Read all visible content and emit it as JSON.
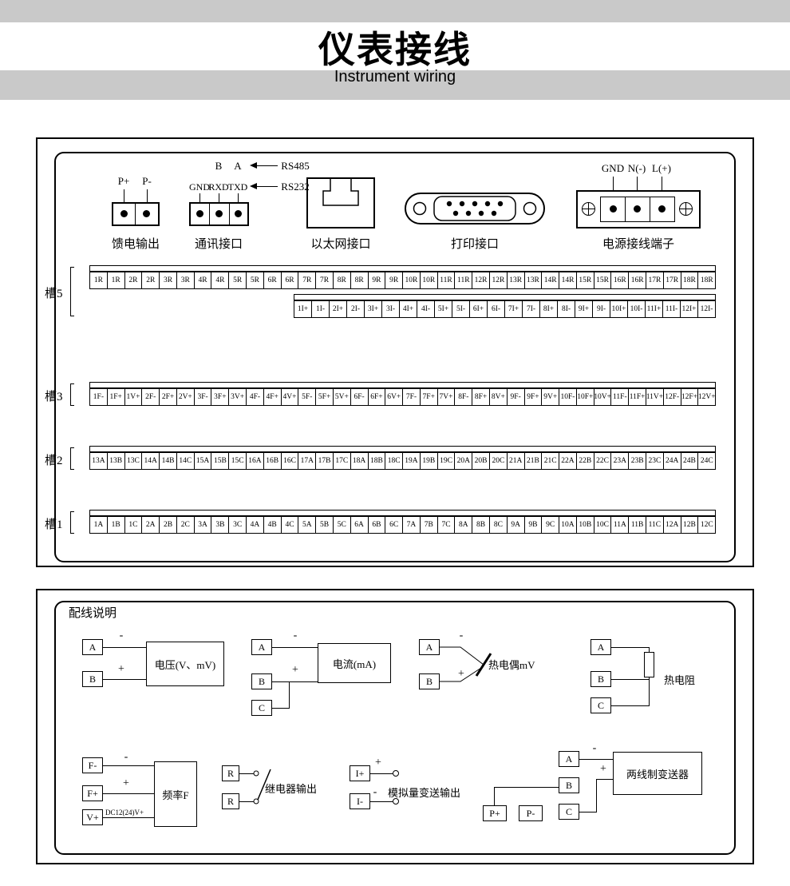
{
  "header": {
    "title_zh": "仪表接线",
    "title_en": "Instrument wiring"
  },
  "connectors": {
    "feed": {
      "label": "馈电输出",
      "pins": [
        "P+",
        "P-"
      ]
    },
    "comm": {
      "label": "通讯接口",
      "pins": [
        "GND",
        "RXD",
        "TXD"
      ],
      "rs485": {
        "pins": [
          "B",
          "A"
        ],
        "name": "RS485"
      },
      "rs232": {
        "name": "RS232"
      }
    },
    "ethernet": {
      "label": "以太网接口"
    },
    "printer": {
      "label": "打印接口"
    },
    "power": {
      "label": "电源接线端子",
      "pins": [
        "GND",
        "N(-)",
        "L(+)"
      ]
    }
  },
  "slots": [
    {
      "label": "槽5",
      "rows": [
        [
          "1R",
          "1R",
          "2R",
          "2R",
          "3R",
          "3R",
          "4R",
          "4R",
          "5R",
          "5R",
          "6R",
          "6R",
          "7R",
          "7R",
          "8R",
          "8R",
          "9R",
          "9R",
          "10R",
          "10R",
          "11R",
          "11R",
          "12R",
          "12R",
          "13R",
          "13R",
          "14R",
          "14R",
          "15R",
          "15R",
          "16R",
          "16R",
          "17R",
          "17R",
          "18R",
          "18R"
        ],
        [
          "1I+",
          "1I-",
          "2I+",
          "2I-",
          "3I+",
          "3I-",
          "4I+",
          "4I-",
          "5I+",
          "5I-",
          "6I+",
          "6I-",
          "7I+",
          "7I-",
          "8I+",
          "8I-",
          "9I+",
          "9I-",
          "10I+",
          "10I-",
          "11I+",
          "11I-",
          "12I+",
          "12I-"
        ]
      ]
    },
    {
      "label": "槽3",
      "rows": [
        [
          "1F-",
          "1F+",
          "1V+",
          "2F-",
          "2F+",
          "2V+",
          "3F-",
          "3F+",
          "3V+",
          "4F-",
          "4F+",
          "4V+",
          "5F-",
          "5F+",
          "5V+",
          "6F-",
          "6F+",
          "6V+",
          "7F-",
          "7F+",
          "7V+",
          "8F-",
          "8F+",
          "8V+",
          "9F-",
          "9F+",
          "9V+",
          "10F-",
          "10F+",
          "10V+",
          "11F-",
          "11F+",
          "11V+",
          "12F-",
          "12F+",
          "12V+"
        ]
      ]
    },
    {
      "label": "槽2",
      "rows": [
        [
          "13A",
          "13B",
          "13C",
          "14A",
          "14B",
          "14C",
          "15A",
          "15B",
          "15C",
          "16A",
          "16B",
          "16C",
          "17A",
          "17B",
          "17C",
          "18A",
          "18B",
          "18C",
          "19A",
          "19B",
          "19C",
          "20A",
          "20B",
          "20C",
          "21A",
          "21B",
          "21C",
          "22A",
          "22B",
          "22C",
          "23A",
          "23B",
          "23C",
          "24A",
          "24B",
          "24C"
        ]
      ]
    },
    {
      "label": "槽1",
      "rows": [
        [
          "1A",
          "1B",
          "1C",
          "2A",
          "2B",
          "2C",
          "3A",
          "3B",
          "3C",
          "4A",
          "4B",
          "4C",
          "5A",
          "5B",
          "5C",
          "6A",
          "6B",
          "6C",
          "7A",
          "7B",
          "7C",
          "8A",
          "8B",
          "8C",
          "9A",
          "9B",
          "9C",
          "10A",
          "10B",
          "10C",
          "11A",
          "11B",
          "11C",
          "12A",
          "12B",
          "12C"
        ]
      ]
    }
  ],
  "wiring": {
    "title": "配线说明",
    "voltage": {
      "terminals": [
        "A",
        "B"
      ],
      "minus": "-",
      "plus": "+",
      "label": "电压(V、mV)"
    },
    "current": {
      "terminals": [
        "A",
        "B",
        "C"
      ],
      "minus": "-",
      "plus": "+",
      "label": "电流(mA)"
    },
    "thermocouple": {
      "terminals": [
        "A",
        "B"
      ],
      "minus": "-",
      "plus": "+",
      "label": "热电偶mV"
    },
    "rtd": {
      "terminals": [
        "A",
        "B",
        "C"
      ],
      "label": "热电阻"
    },
    "frequency": {
      "terminals": [
        "F-",
        "F+",
        "V+"
      ],
      "minus": "-",
      "plus": "+",
      "dc": "DC12(24)V+",
      "label": "频率F"
    },
    "relay": {
      "terminals": [
        "R",
        "R"
      ],
      "label": "继电器输出"
    },
    "analog": {
      "terminals": [
        "I+",
        "I-"
      ],
      "plus": "+",
      "minus": "-",
      "label": "模拟量变送输出"
    },
    "transmitter": {
      "terminals": [
        "A",
        "B",
        "C"
      ],
      "power": [
        "P+",
        "P-"
      ],
      "minus": "-",
      "plus": "+",
      "label": "两线制变送器"
    }
  }
}
